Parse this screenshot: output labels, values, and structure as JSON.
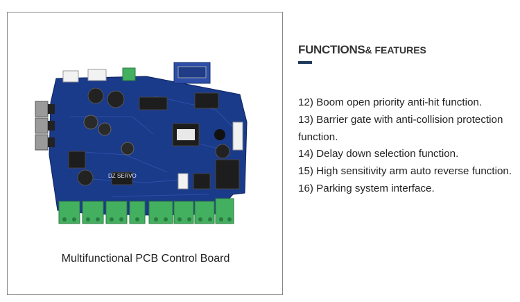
{
  "product": {
    "caption": "Multifunctional PCB Control Board",
    "board_silkscreen": "DZ SERVO",
    "colors": {
      "board": "#1a3a8a",
      "terminal": "#43b060",
      "frame_border": "#888888"
    }
  },
  "features": {
    "heading_main": "FUNCTIONS",
    "heading_amp": "& FEATURES",
    "accent_color": "#1f3a5c",
    "items": [
      "12) Boom open priority anti-hit function.",
      "13) Barrier gate with anti-collision protection function.",
      "14) Delay down selection function.",
      "15) High sensitivity arm auto reverse function.",
      "16) Parking system interface."
    ]
  }
}
